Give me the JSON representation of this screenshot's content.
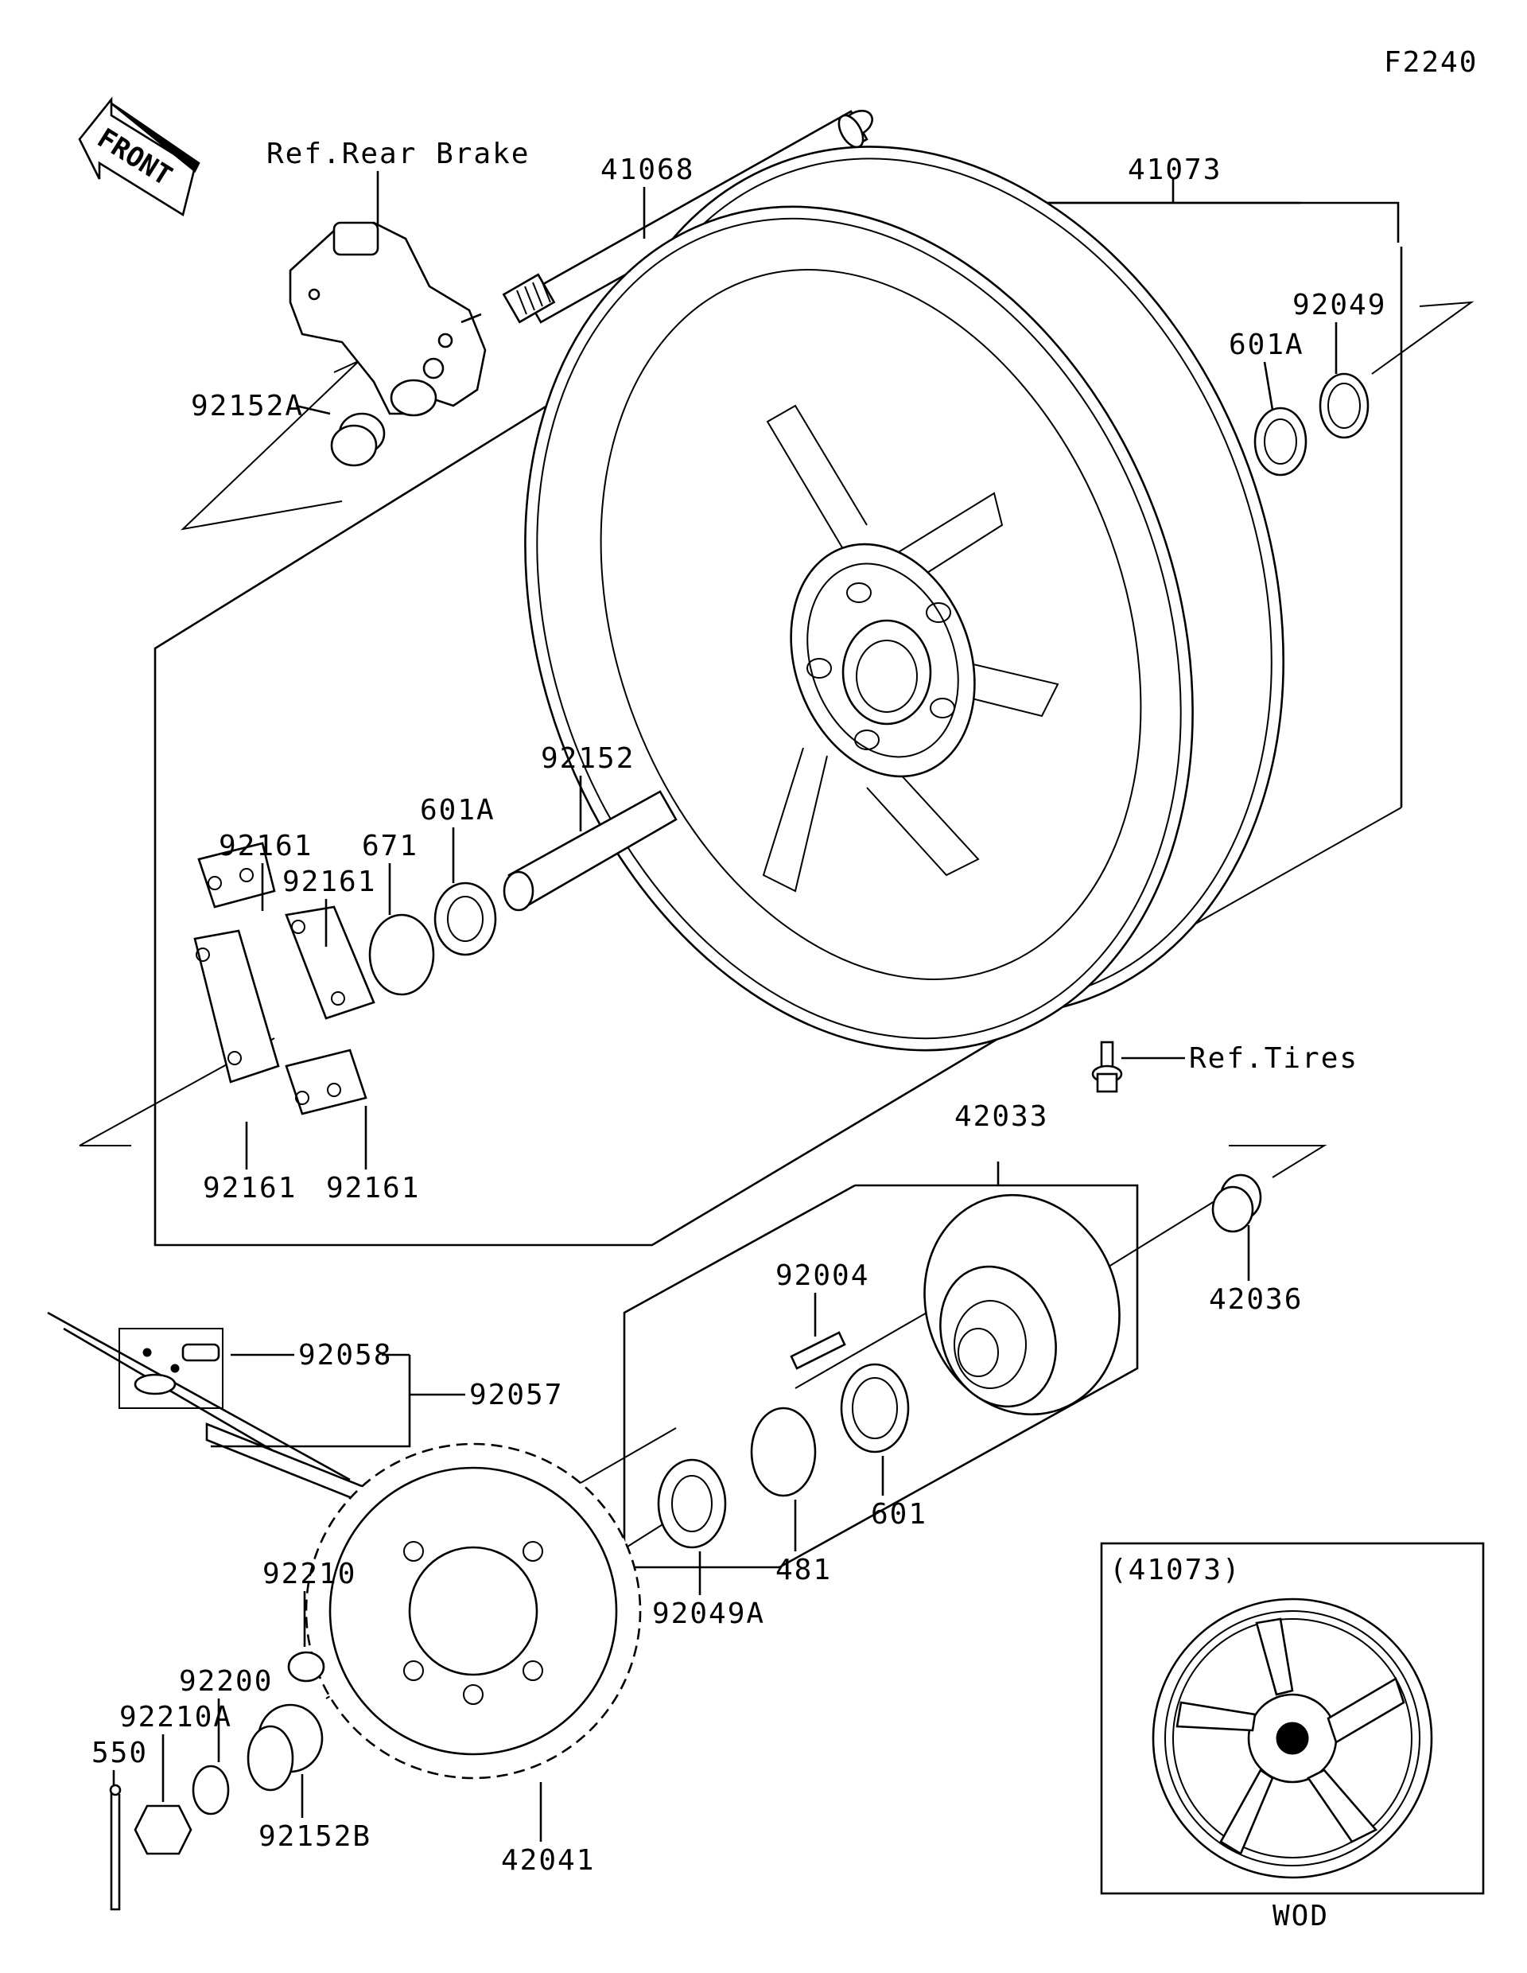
{
  "figure_code": "F2240",
  "front_arrow": "FRONT",
  "refs": {
    "rear_brake": "Ref.Rear Brake",
    "tires": "Ref.Tires"
  },
  "parts": {
    "p41068": "41068",
    "p41073": "41073",
    "p92049": "92049",
    "p601A_top": "601A",
    "p92152A": "92152A",
    "p92152": "92152",
    "p601A_mid": "601A",
    "p671": "671",
    "p92161_a": "92161",
    "p92161_b": "92161",
    "p92161_c": "92161",
    "p92161_d": "92161",
    "p42033": "42033",
    "p42036": "42036",
    "p92004": "92004",
    "p92058": "92058",
    "p92057": "92057",
    "p601": "601",
    "p481": "481",
    "p92049A": "92049A",
    "p92210": "92210",
    "p92200": "92200",
    "p92210A": "92210A",
    "p550": "550",
    "p92152B": "92152B",
    "p42041": "42041"
  },
  "inset": {
    "title": "(41073)",
    "caption": "WOD"
  }
}
